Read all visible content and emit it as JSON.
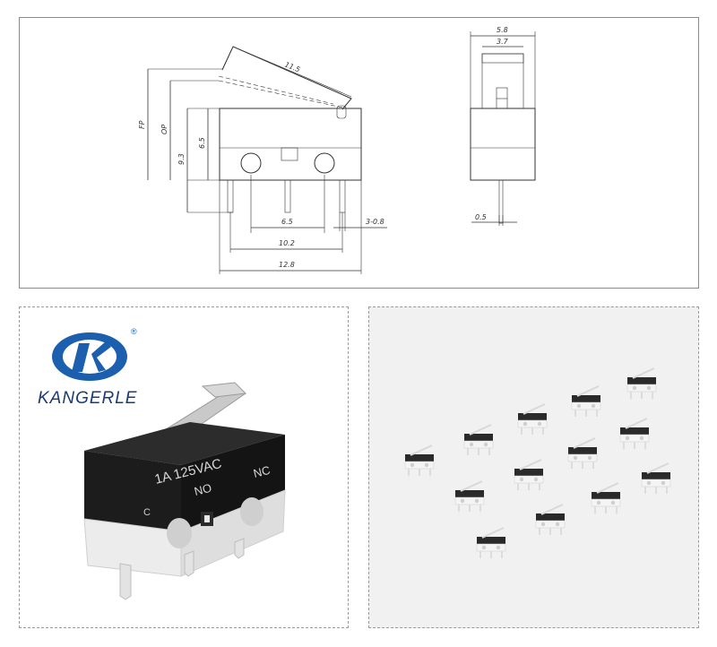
{
  "drawing": {
    "dims": {
      "lever_len": "11.5",
      "fp": "FP",
      "op": "OP",
      "h93": "9.3",
      "h65": "6.5",
      "pitch": "6.5",
      "pin_size": "3-0.8",
      "w102": "10.2",
      "w128": "12.8",
      "side_w": "5.8",
      "side_inner": "3.7",
      "side_pin": "0.5"
    }
  },
  "brand": {
    "name": "KANGERLE",
    "registered": "®",
    "logo_color": "#1b5fae"
  },
  "product": {
    "marking_rating": "1A 125VAC",
    "marking_no": "NO",
    "marking_nc": "NC",
    "marking_c": "C"
  }
}
